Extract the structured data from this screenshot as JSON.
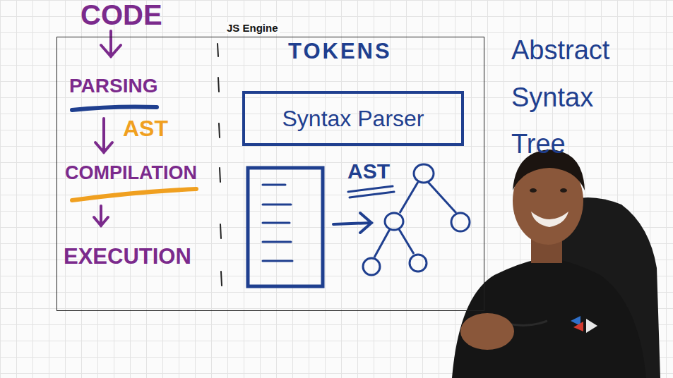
{
  "diagram": {
    "nodes": [
      {
        "text": [
          "JS Engine"
        ]
      },
      {
        "text": [
          "Syntax Parser"
        ],
        "in": 0
      }
    ],
    "labels": [
      "CODE",
      "PARSING",
      "AST",
      "COMPILATION",
      "EXECUTION",
      "TOKENS",
      "AST",
      "Abstract Syntax Tree"
    ]
  }
}
